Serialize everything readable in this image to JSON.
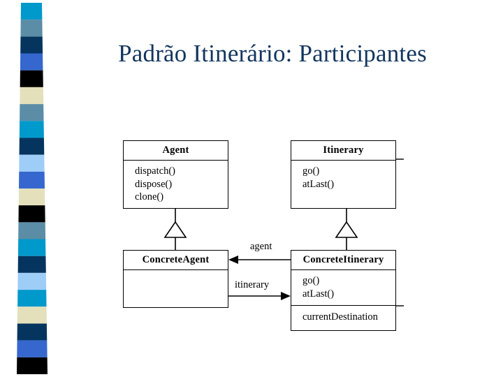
{
  "slide": {
    "title": "Padrão Itinerário: Participantes",
    "title_color": "#12355e",
    "background": "#ffffff"
  },
  "decoration": {
    "name": "left-color-stripe",
    "colors": [
      "#0099cc",
      "#5b8da6",
      "#05355f",
      "#3567cf",
      "#000000",
      "#e3e0bb",
      "#5b8da6",
      "#0099cc",
      "#05355f",
      "#9ecdf7",
      "#3567cf",
      "#e3e0bb",
      "#000000",
      "#5b8da6",
      "#0099cc",
      "#05355f",
      "#9ecdf7",
      "#0099cc",
      "#e3e0bb",
      "#05355f",
      "#3567cf",
      "#000000"
    ]
  },
  "diagram": {
    "type": "uml-class-diagram",
    "classes": [
      {
        "id": "agent",
        "name": "Agent",
        "methods": [
          "dispatch()",
          "dispose()",
          "clone()"
        ],
        "attributes": []
      },
      {
        "id": "itinerary",
        "name": "Itinerary",
        "methods": [
          "go()",
          "atLast()"
        ],
        "attributes": []
      },
      {
        "id": "concreteagent",
        "name": "ConcreteAgent",
        "methods": [],
        "attributes": []
      },
      {
        "id": "concreteitinerary",
        "name": "ConcreteItinerary",
        "methods": [
          "go()",
          "atLast()"
        ],
        "attributes": [
          "currentDestination"
        ]
      }
    ],
    "relations": [
      {
        "id": "inherit-agent",
        "kind": "generalization",
        "from": "ConcreteAgent",
        "to": "Agent",
        "label": ""
      },
      {
        "id": "inherit-itinerary",
        "kind": "generalization",
        "from": "ConcreteItinerary",
        "to": "Itinerary",
        "label": ""
      },
      {
        "id": "assoc-agent",
        "kind": "association",
        "from": "ConcreteItinerary",
        "to": "ConcreteAgent",
        "label": "agent"
      },
      {
        "id": "assoc-itinerary",
        "kind": "association",
        "from": "ConcreteAgent",
        "to": "ConcreteItinerary",
        "label": "itinerary"
      }
    ]
  }
}
